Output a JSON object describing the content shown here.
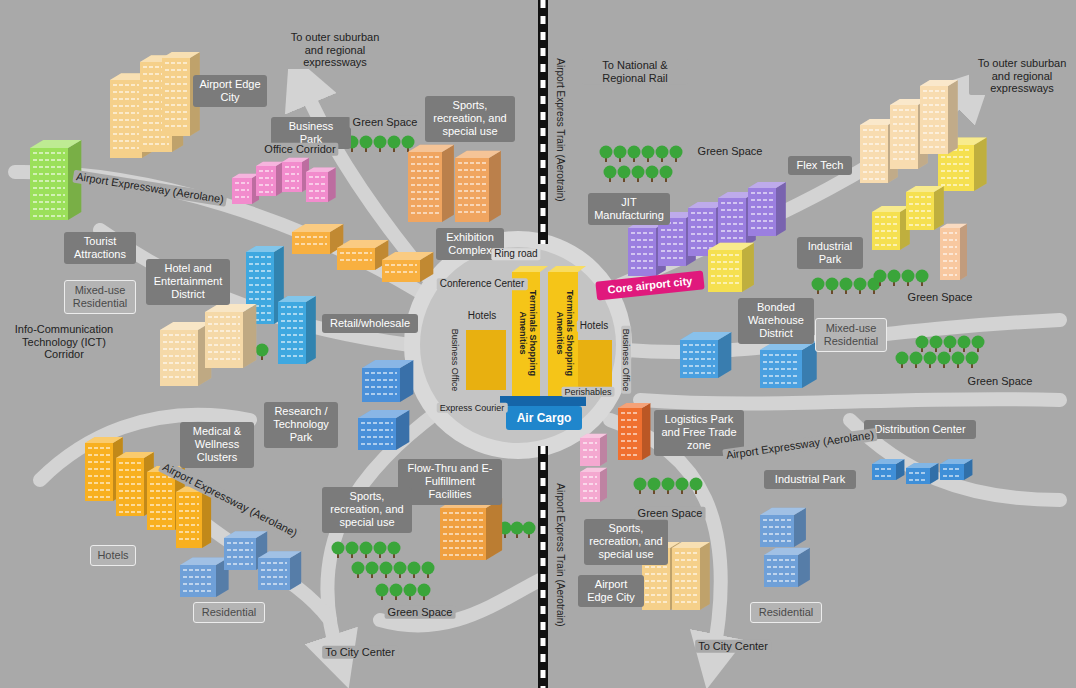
{
  "diagram": {
    "nodes": [
      {
        "text": [
          "Airport Edge City"
        ]
      },
      {
        "text": [
          "Business Park"
        ]
      },
      {
        "text": [
          "Sports, recreation, and special use"
        ]
      },
      {
        "text": [
          "Tourist Attractions"
        ]
      },
      {
        "text": [
          "Hotel and Entertainment District"
        ]
      },
      {
        "text": [
          "Mixed-use Residential"
        ]
      },
      {
        "text": [
          "Exhibition Complex"
        ]
      },
      {
        "text": [
          "Retail/wholesale"
        ]
      },
      {
        "text": [
          "Research / Technology Park"
        ]
      },
      {
        "text": [
          "Medical & Wellness Clusters"
        ]
      },
      {
        "text": [
          "Flow-Thru and E-Fulfillment Facilities"
        ]
      },
      {
        "text": [
          "Sports, recreation, and special use"
        ]
      },
      {
        "text": [
          "Hotels"
        ]
      },
      {
        "text": [
          "Residential"
        ]
      },
      {
        "text": [
          "JIT Manufacturing"
        ]
      },
      {
        "text": [
          "Flex Tech"
        ]
      },
      {
        "text": [
          "Industrial Park"
        ]
      },
      {
        "text": [
          "Core airport city"
        ]
      },
      {
        "text": [
          "Bonded Warehouse District"
        ]
      },
      {
        "text": [
          "Mixed-use Residential"
        ]
      },
      {
        "text": [
          "Logistics Park and Free Trade zone"
        ]
      },
      {
        "text": [
          "Distribution Center"
        ]
      },
      {
        "text": [
          "Industrial Park"
        ]
      },
      {
        "text": [
          "Sports, recreation, and special use"
        ]
      },
      {
        "text": [
          "Airport Edge City"
        ]
      },
      {
        "text": [
          "Residential"
        ]
      },
      {
        "text": [
          "Air Cargo"
        ]
      }
    ],
    "labels": [
      "To outer suburban and regional expressways",
      "Green Space",
      "Office Corridor",
      "Airport Expressway (Aerolane)",
      "Info-Communication Technology (ICT) Corridor",
      "Ring road",
      "Conference Center",
      "Hotels",
      "Terminals Shopping Amenities",
      "Terminals Shopping Amenities",
      "Hotels",
      "Business Office",
      "Business Office",
      "Express Courier",
      "Perishables",
      "Airport Expressway (Aerolane)",
      "Green Space",
      "To City Center",
      "Airport Express Train (Aerotrain)",
      "To National & Regional Rail",
      "Green Space",
      "To outer suburban and regional expressways",
      "Green Space",
      "Green Space",
      "Airport Expressway (Aerolane)",
      "Green Space",
      "Airport Express Train (Aerotrain)",
      "To City Center"
    ]
  }
}
